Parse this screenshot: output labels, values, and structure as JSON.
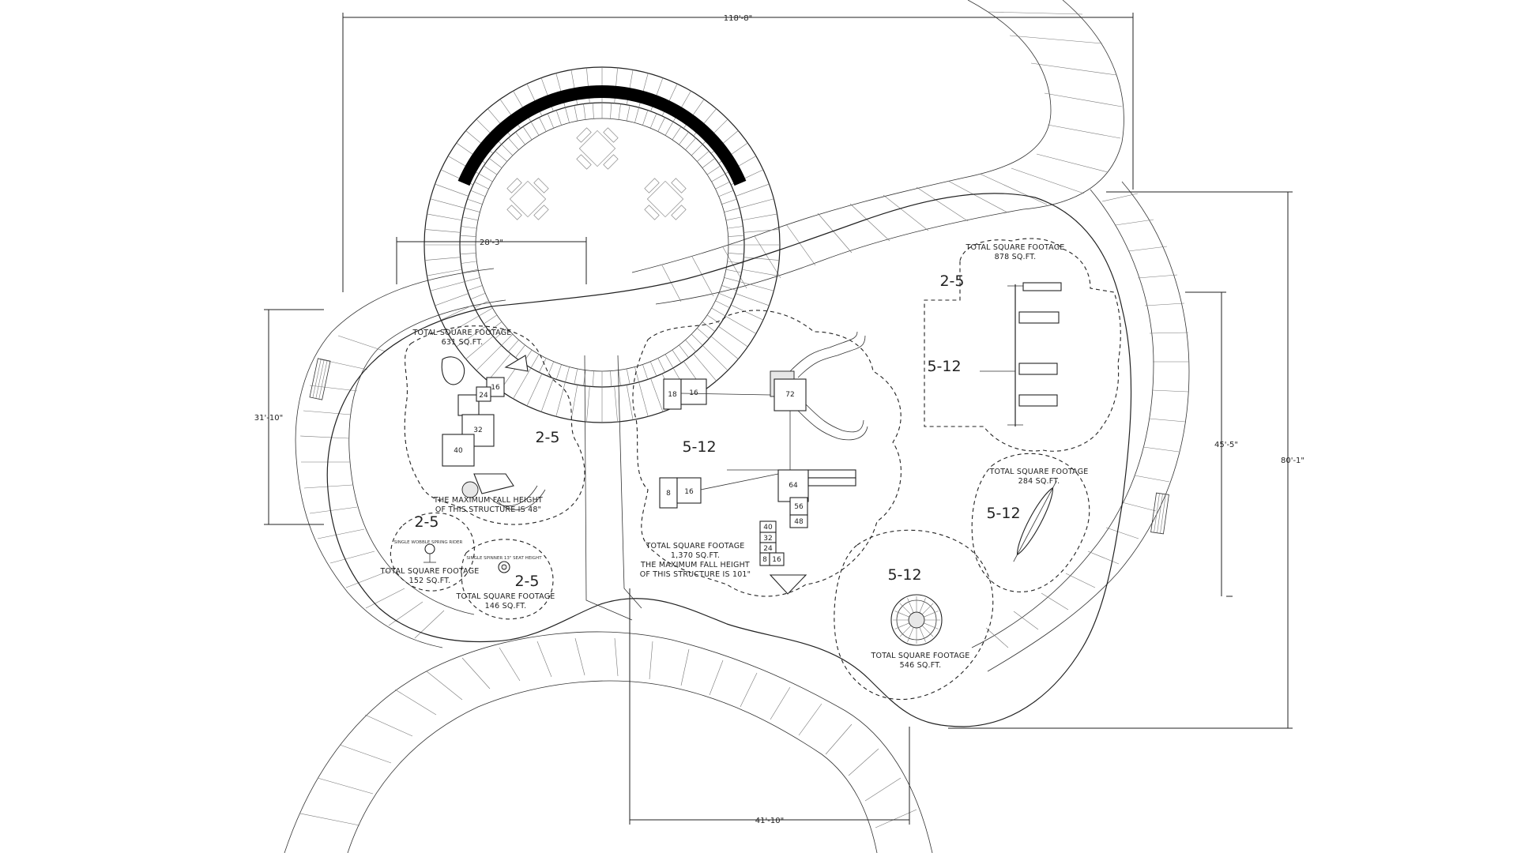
{
  "dimensions": {
    "overall_width": "118'-8\"",
    "plaza_width": "28'-3\"",
    "left_height": "31'-10\"",
    "right_height_inner": "45'-5\"",
    "right_height_outer": "80'-1\"",
    "bottom_width": "41'-10\""
  },
  "zones": {
    "toddler_left": {
      "age": "2-5",
      "footage_heading": "TOTAL SQUARE FOOTAGE",
      "footage": "631 SQ.FT.",
      "fall_height_line1": "THE MAXIMUM FALL HEIGHT",
      "fall_height_line2": "OF THIS STRUCTURE IS 48\""
    },
    "spring_rider": {
      "age": "2-5",
      "footage_heading": "TOTAL SQUARE FOOTAGE",
      "footage": "152 SQ.FT.",
      "equipment": "SINGLE WOBBLE SPRING RIDER"
    },
    "spinner_small": {
      "age": "2-5",
      "footage_heading": "TOTAL SQUARE FOOTAGE",
      "footage": "146 SQ.FT.",
      "equipment": "SINGLE SPINNER 13\" SEAT HEIGHT"
    },
    "main_structure": {
      "age": "5-12",
      "footage_heading": "TOTAL SQUARE FOOTAGE",
      "footage": "1,370 SQ.FT.",
      "fall_height_line1": "THE MAXIMUM FALL HEIGHT",
      "fall_height_line2": "OF THIS STRUCTURE IS 101\""
    },
    "swings": {
      "age_a": "2-5",
      "age_b": "5-12",
      "footage_heading": "TOTAL SQUARE FOOTAGE",
      "footage": "878 SQ.FT."
    },
    "seesaw": {
      "age": "5-12",
      "footage_heading": "TOTAL SQUARE FOOTAGE",
      "footage": "284 SQ.FT."
    },
    "spinner_large": {
      "age": "5-12",
      "footage_heading": "TOTAL SQUARE FOOTAGE",
      "footage": "546 SQ.FT."
    }
  },
  "deck_numbers": {
    "toddler": [
      "16",
      "24",
      "32",
      "40"
    ],
    "main": [
      "72",
      "64",
      "56",
      "48",
      "40",
      "32",
      "24",
      "16",
      "8",
      "16",
      "18",
      "8",
      "16"
    ]
  },
  "colors": {
    "linework": "#222222",
    "background": "#ffffff",
    "shade_arc": "#000000"
  }
}
